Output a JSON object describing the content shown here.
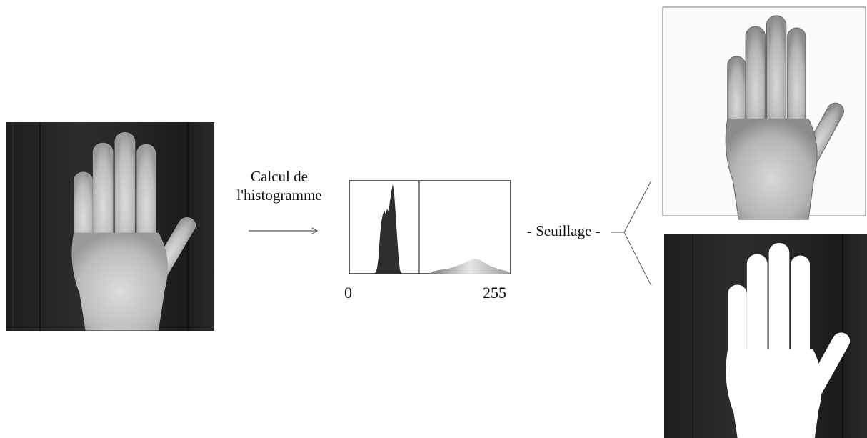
{
  "diagram": {
    "step_label_line1": "Calcul de",
    "step_label_line2": "l'histogramme",
    "threshold_label": "- Seuillage -"
  },
  "histogram": {
    "axis_min": "0",
    "axis_max": "255",
    "threshold_value": 110
  },
  "images": {
    "input": "hand-grayscale-photo",
    "output_top": "hand-inverted-on-white",
    "output_bottom": "hand-binary-silhouette"
  },
  "colors": {
    "background": "#ffffff",
    "line": "#333333",
    "dark_backdrop": "#2b2b2b",
    "hand_gray": "#c9c9c9",
    "silhouette": "#ffffff"
  }
}
